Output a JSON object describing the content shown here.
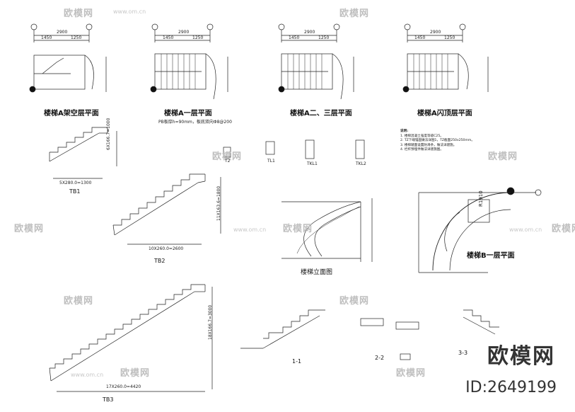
{
  "plans": [
    {
      "title": "楼梯A架空层平面",
      "dims_top": [
        "2900",
        "1450",
        "1250"
      ]
    },
    {
      "title": "楼梯A一层平面",
      "dims_top": [
        "2900",
        "1450",
        "1250"
      ],
      "note": "PB板厚h=90mm，板底双向Φ8@200"
    },
    {
      "title": "楼梯A二、三层平面",
      "dims_top": [
        "2900",
        "1450",
        "1250"
      ]
    },
    {
      "title": "楼梯A闪顶层平面",
      "dims_top": [
        "2900",
        "1450",
        "1250"
      ]
    }
  ],
  "flights": {
    "tb1": {
      "label": "TB1",
      "dim_h": "5X280.0=1300",
      "dim_v": "6X166.7=1000"
    },
    "tb2": {
      "label": "TB2",
      "dim_h": "10X260.0=2600",
      "dim_v": "11X163.6=1800"
    },
    "tb3": {
      "label": "TB3",
      "dim_h": "17X260.0=4420",
      "dim_v": "18X166.7=3000"
    }
  },
  "sections": {
    "t2": "T2",
    "tl1": "TL1",
    "tkl1": "TKL1",
    "tkl2": "TKL2",
    "s11": "1-1",
    "s22": "2-2",
    "s33": "3-3"
  },
  "elevation_title": "楼梯立面图",
  "spiral_plan": {
    "title": "楼梯B一层平面",
    "radius": "R1910"
  },
  "notes": {
    "heading": "说明:",
    "items": [
      "1. 楼梯混凝土强度等级C25。",
      "2. TZ下端锚固做法详图1，TZ截面250x250mm。",
      "3. 楼梯踏面设置防滑条，做法详建施。",
      "4. 栏杆预埋件做法详建施图。"
    ]
  },
  "watermark": {
    "text": "欧模网",
    "url": "www.om.cn"
  },
  "branding": {
    "name": "欧模网",
    "id": "ID:2649199"
  }
}
